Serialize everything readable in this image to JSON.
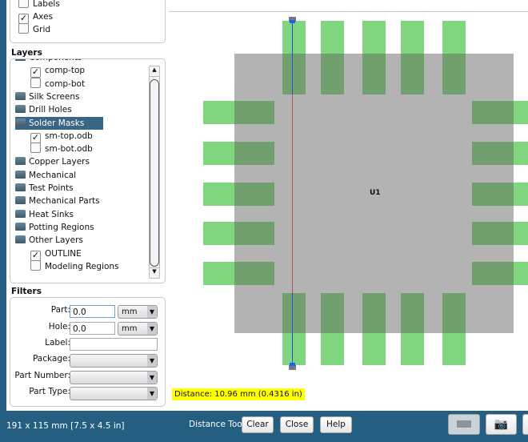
{
  "view_options": {
    "items": [
      {
        "label": "Labels",
        "checked": false
      },
      {
        "label": "Axes",
        "checked": true
      },
      {
        "label": "Grid",
        "checked": false
      }
    ]
  },
  "layers": {
    "title": "Layers",
    "items": [
      {
        "label": "Components",
        "type": "folder",
        "indent": 0
      },
      {
        "label": "comp-top",
        "type": "check",
        "checked": true
      },
      {
        "label": "comp-bot",
        "type": "check",
        "checked": false
      },
      {
        "label": "Silk Screens",
        "type": "folder"
      },
      {
        "label": "Drill Holes",
        "type": "folder"
      },
      {
        "label": "Solder Masks",
        "type": "folder",
        "selected": true
      },
      {
        "label": "sm-top.odb",
        "type": "check",
        "checked": true
      },
      {
        "label": "sm-bot.odb",
        "type": "check",
        "checked": false
      },
      {
        "label": "Copper Layers",
        "type": "folder"
      },
      {
        "label": "Mechanical",
        "type": "folder"
      },
      {
        "label": "Test Points",
        "type": "folder"
      },
      {
        "label": "Mechanical Parts",
        "type": "folder"
      },
      {
        "label": "Heat Sinks",
        "type": "folder"
      },
      {
        "label": "Potting Regions",
        "type": "folder"
      },
      {
        "label": "Other Layers",
        "type": "folder"
      },
      {
        "label": "OUTLINE",
        "type": "check",
        "checked": true
      },
      {
        "label": "Modeling Regions",
        "type": "check",
        "checked": false
      }
    ]
  },
  "filters": {
    "title": "Filters",
    "part_label": "Part:",
    "part_value": "0.0",
    "part_unit": "mm",
    "hole_label": "Hole:",
    "hole_value": "0.0",
    "hole_unit": "mm",
    "label_label": "Label:",
    "label_value": "",
    "package_label": "Package:",
    "part_number_label": "Part Number:",
    "part_type_label": "Part Type:"
  },
  "canvas": {
    "component_label": "U1",
    "distance_text": "Distance: 10.96 mm  (0.4316 in)",
    "colors": {
      "pad": "#7fd67f",
      "body": "#b3b3b3",
      "overlap": "#729f6e",
      "measure_line": "#2a4fd8"
    }
  },
  "statusbar": {
    "board_size": "191 x 115 mm  [7.5 x 4.5 in]",
    "tool_label": "Distance Tool",
    "clear": "Clear",
    "close": "Close",
    "help": "Help",
    "keyboard_icon": "keyboard-icon",
    "camera_icon": "camera-icon"
  }
}
